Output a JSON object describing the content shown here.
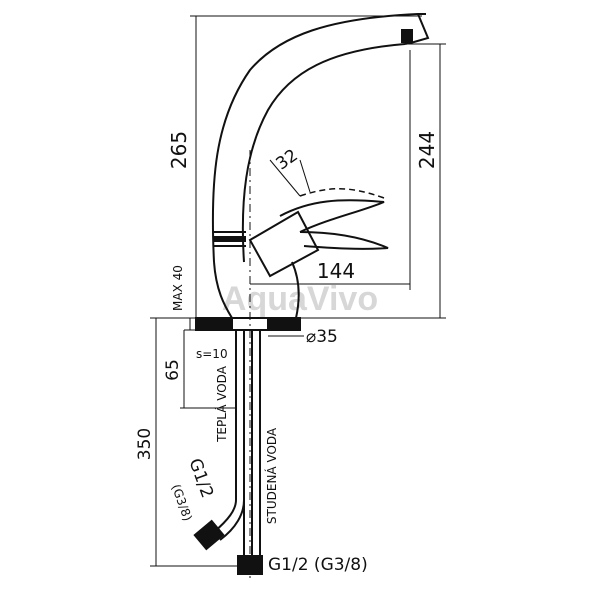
{
  "watermark": "AquaVivo",
  "dimensions": {
    "total_height": "265",
    "spout_height": "244",
    "handle_angle": "32",
    "spout_reach": "144",
    "max_deck": "MAX 40",
    "hole_diameter": "⌀35",
    "wall_thickness": "s=10",
    "shank_length": "65",
    "hose_length": "350"
  },
  "labels": {
    "hot_water": "TEPLÁ VODA",
    "cold_water": "STUDENÁ VODA",
    "hot_thread_main": "G1/2",
    "hot_thread_alt": "(G3/8)",
    "cold_thread": "G1/2 (G3/8)"
  }
}
